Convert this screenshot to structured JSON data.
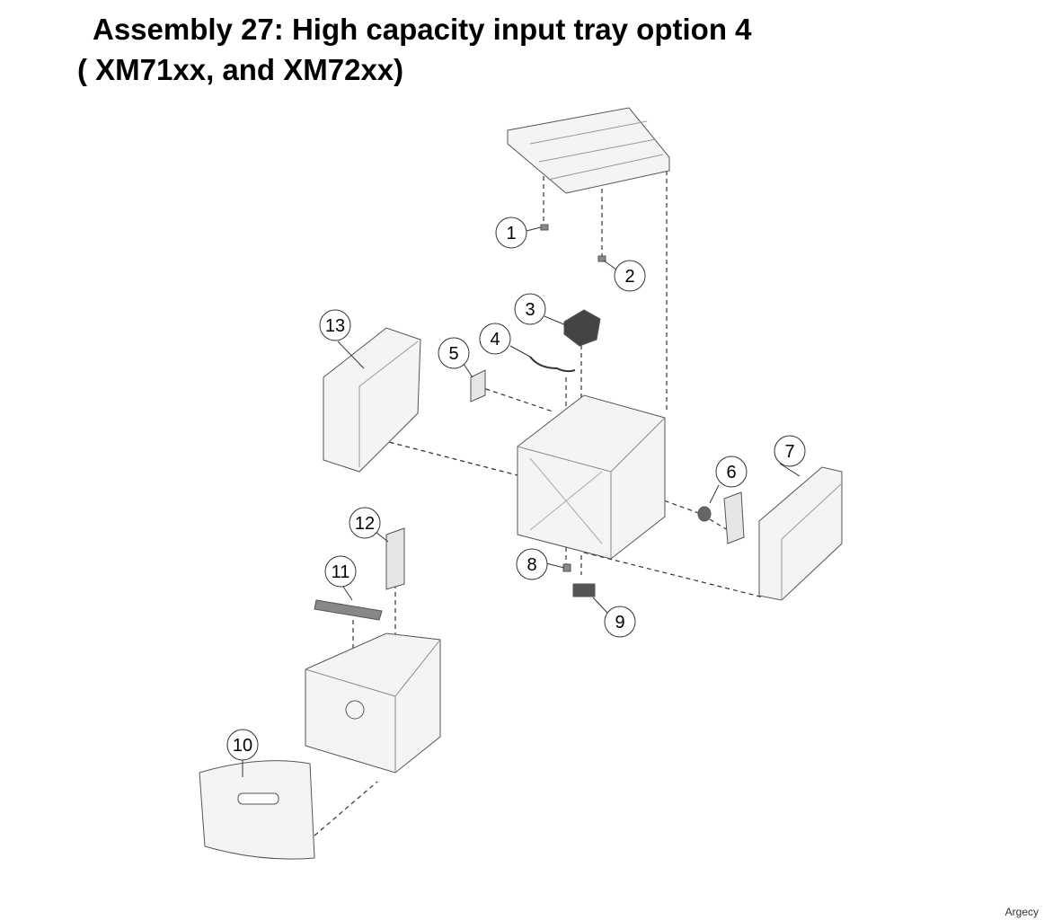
{
  "title_line1": "Assembly 27: High capacity input tray option 4",
  "title_line2": "( XM71xx, and XM72xx)",
  "callouts": [
    "1",
    "2",
    "3",
    "4",
    "5",
    "6",
    "7",
    "8",
    "9",
    "10",
    "11",
    "12",
    "13"
  ],
  "watermark": "Argecy",
  "colors": {
    "line": "#333333",
    "part_fill": "#f4f4f4",
    "part_stroke": "#555555"
  }
}
